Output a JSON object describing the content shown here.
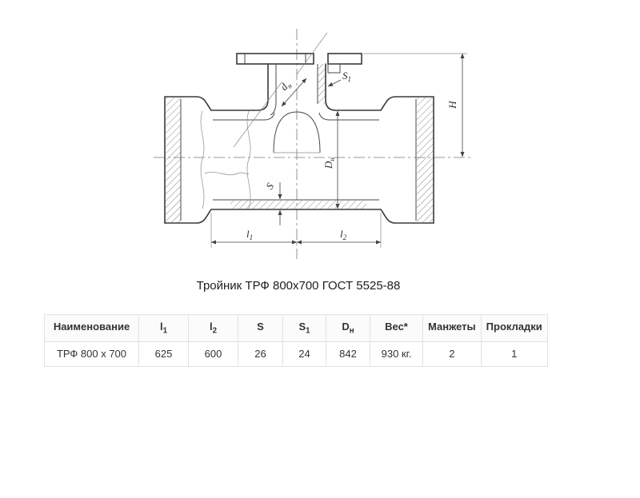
{
  "page": {
    "caption": "Тройник ТРФ 800х700 ГОСТ 5525-88"
  },
  "drawing": {
    "labels": {
      "s1": {
        "base": "S",
        "sub": "1"
      },
      "dn_small": {
        "base": "d",
        "sub": "н"
      },
      "Dn": {
        "base": "D",
        "sub": "н"
      },
      "s": {
        "base": "S",
        "sub": ""
      },
      "l1": {
        "base": "l",
        "sub": "1"
      },
      "l2": {
        "base": "l",
        "sub": "2"
      },
      "H": {
        "base": "H",
        "sub": ""
      }
    }
  },
  "table": {
    "headers": [
      {
        "base": "Наименование",
        "sub": ""
      },
      {
        "base": "l",
        "sub": "1"
      },
      {
        "base": "l",
        "sub": "2"
      },
      {
        "base": "S",
        "sub": ""
      },
      {
        "base": "S",
        "sub": "1"
      },
      {
        "base": "D",
        "sub": "н"
      },
      {
        "base": "Вес*",
        "sub": ""
      },
      {
        "base": "Манжеты",
        "sub": ""
      },
      {
        "base": "Прокладки",
        "sub": ""
      }
    ],
    "rows": [
      [
        "ТРФ 800 х 700",
        "625",
        "600",
        "26",
        "24",
        "842",
        "930 кг.",
        "2",
        "1"
      ]
    ]
  }
}
